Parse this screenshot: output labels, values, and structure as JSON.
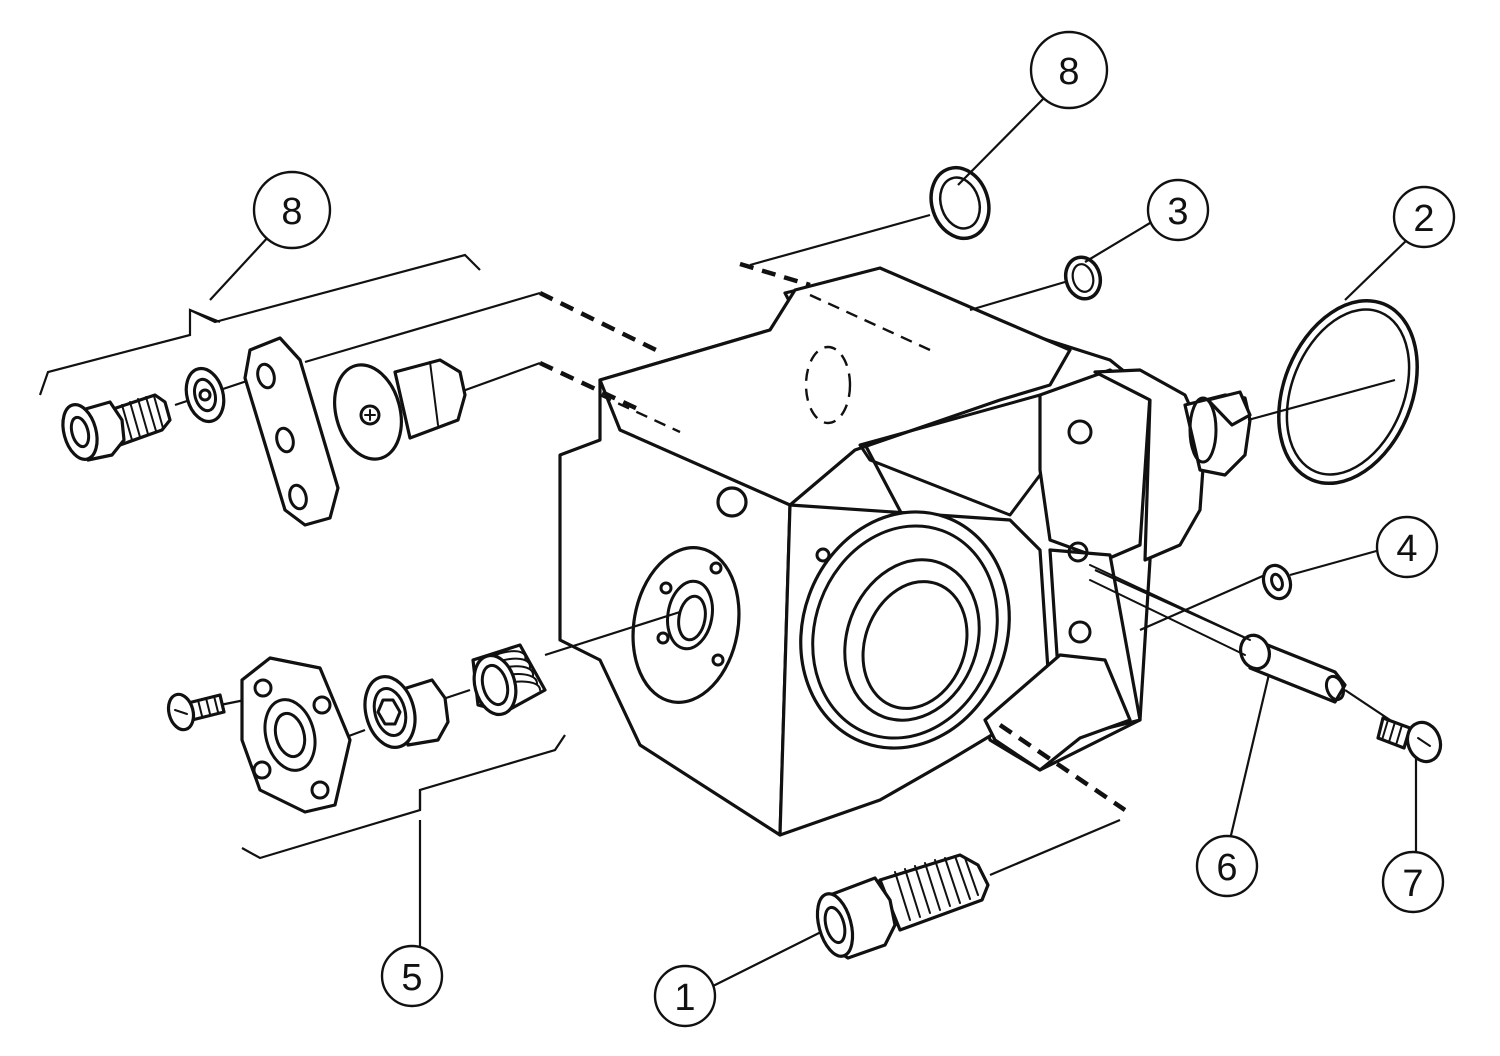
{
  "diagram": {
    "callouts": {
      "part_1": "1",
      "part_2": "2",
      "part_3": "3",
      "part_4": "4",
      "part_5": "5",
      "part_6": "6",
      "part_7": "7",
      "part_8_top": "8",
      "part_8_left": "8"
    }
  }
}
